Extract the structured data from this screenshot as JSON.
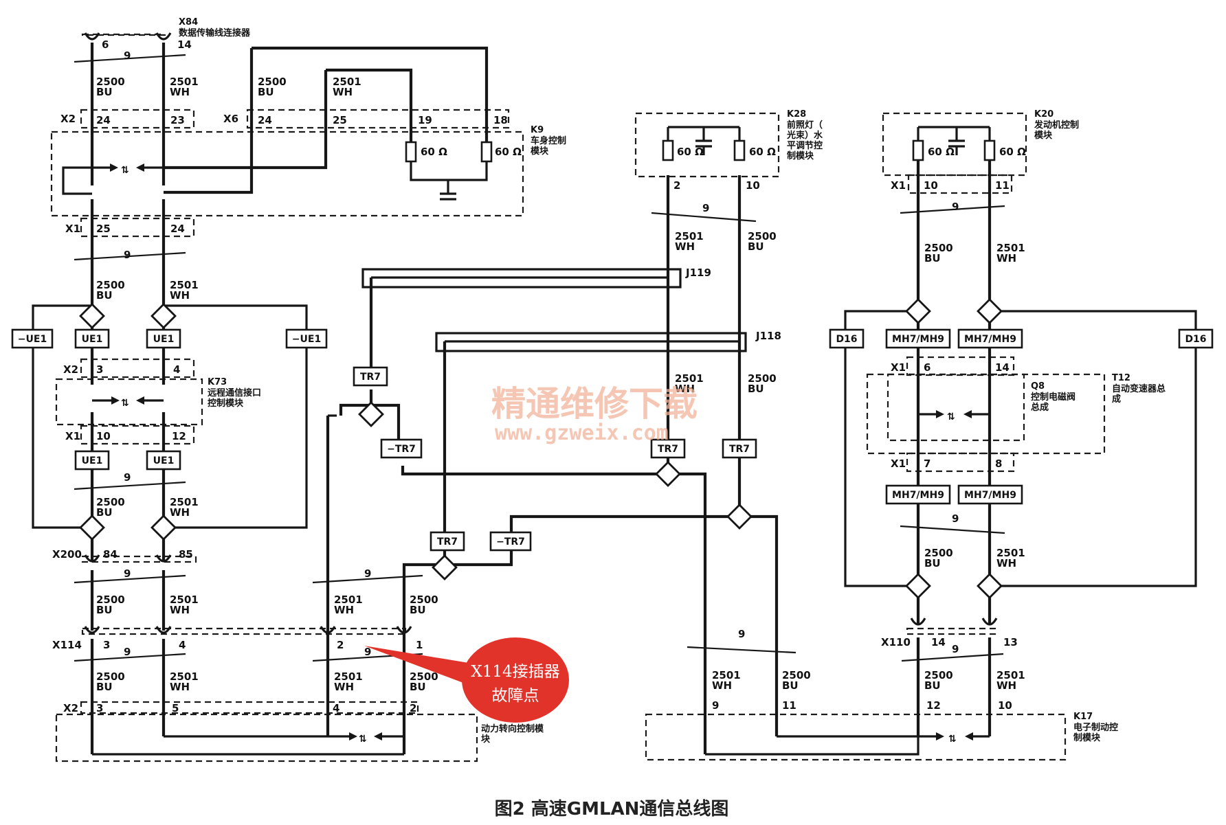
{
  "caption": "图2 高速GMLAN通信总线图",
  "watermark": {
    "title": "精通维修下载",
    "url": "www.gzweix.com"
  },
  "callout": {
    "line1": "X114接插器",
    "line2": "故障点",
    "color": "#e2332a"
  },
  "modules": {
    "x84": {
      "id": "X84",
      "name": "数据传输线连接器"
    },
    "k9": {
      "id": "K9",
      "line1": "车身控制",
      "line2": "模块"
    },
    "k28": {
      "id": "K28",
      "line1": "前照灯（",
      "line2": "光束）水",
      "line3": "平调节控",
      "line4": "制模块"
    },
    "k20": {
      "id": "K20",
      "line1": "发动机控制",
      "line2": "模块"
    },
    "k73": {
      "id": "K73",
      "line1": "远程通信接口",
      "line2": "控制模块"
    },
    "q8": {
      "id": "Q8",
      "line1": "控制电磁阀",
      "line2": "总成"
    },
    "t12": {
      "id": "T12",
      "line1": "自动变速器总",
      "line2": "成"
    },
    "k71": {
      "line1": "动力转向控制模",
      "line2": "块"
    },
    "k17": {
      "id": "K17",
      "line1": "电子制动控",
      "line2": "制模块"
    }
  },
  "connectors": {
    "x2": "X2",
    "x6": "X6",
    "x1": "X1",
    "x200": "X200",
    "x114": "X114",
    "x110": "X110",
    "j119": "J119",
    "j118": "J118"
  },
  "pins": {
    "p6": "6",
    "p14": "14",
    "p24": "24",
    "p23": "23",
    "p25": "25",
    "p19": "19",
    "p18": "18",
    "p3": "3",
    "p4": "4",
    "p10": "10",
    "p12": "12",
    "p84": "84",
    "p85": "85",
    "p5": "5",
    "p2": "2",
    "p1": "1",
    "p11": "11",
    "p9": "9",
    "p7": "7",
    "p8": "8",
    "p13": "13"
  },
  "circuits": {
    "bu_num": "2500",
    "bu": "BU",
    "wh_num": "2501",
    "wh": "WH",
    "twist": "9"
  },
  "resistor": "60 Ω",
  "option_codes": {
    "ue1": "UE1",
    "not_ue1": "−UE1",
    "tr7": "TR7",
    "not_tr7": "−TR7",
    "d16": "D16",
    "mh": "MH7/MH9"
  }
}
